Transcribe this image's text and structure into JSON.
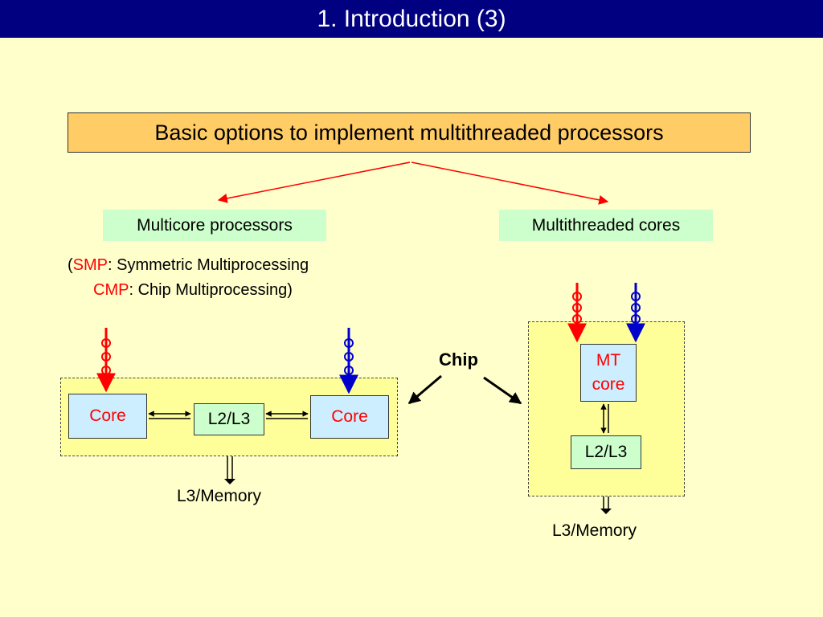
{
  "title": "1. Introduction (3)",
  "main_box": "Basic options to implement multithreaded processors",
  "left_option": "Multicore processors",
  "right_option": "Multithreaded cores",
  "acronyms": {
    "open_paren": "(",
    "smp": "SMP",
    "smp_text": ": Symmetric Multiprocessing",
    "cmp": "CMP",
    "cmp_text": ": Chip Multiprocessing",
    "close_paren": ")"
  },
  "chip_label": "Chip",
  "multicore": {
    "core_left": "Core",
    "cache": "L2/L3",
    "core_right": "Core",
    "memory": "L3/Memory"
  },
  "mt": {
    "core": "MT core",
    "cache": "L2/L3",
    "memory": "L3/Memory"
  },
  "colors": {
    "title_bar": "#000080",
    "background": "#ffffcc",
    "main_box": "#ffcc66",
    "option_box": "#ccffcc",
    "chip_area": "#ffff99",
    "core_box": "#cceeff",
    "thread_red": "#ff0000",
    "thread_blue": "#0000cc"
  }
}
